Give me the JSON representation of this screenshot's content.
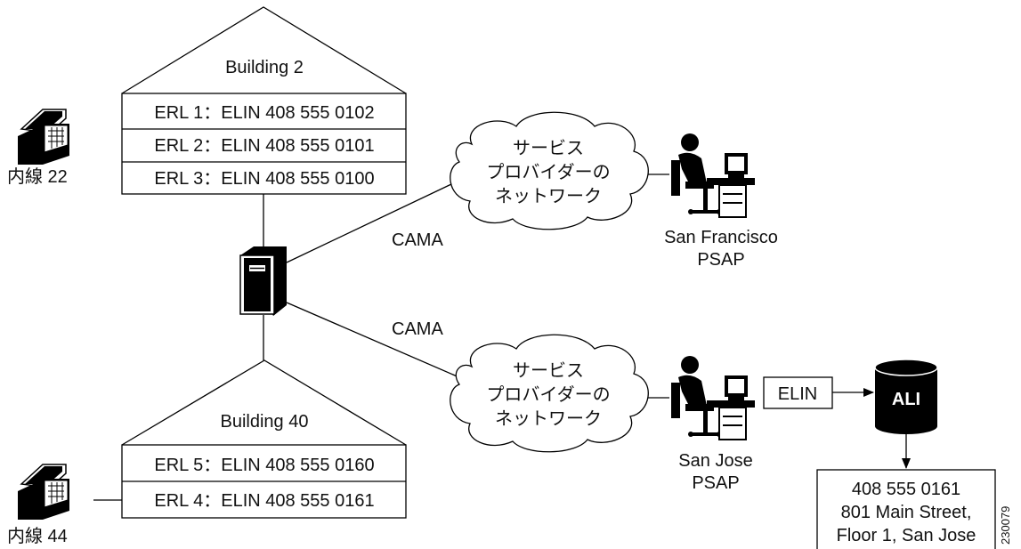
{
  "building_top": {
    "name": "Building 2",
    "erls": [
      "ERL 1：ELIN 408 555 0102",
      "ERL 2：ELIN 408 555 0101",
      "ERL 3：ELIN 408 555 0100"
    ]
  },
  "building_bottom": {
    "name": "Building 40",
    "erls": [
      "ERL 5：ELIN 408 555 0160",
      "ERL 4：ELIN 408 555 0161"
    ]
  },
  "phones": {
    "top": "内線 22",
    "bottom": "内線 44"
  },
  "links": {
    "top": "CAMA",
    "bottom": "CAMA"
  },
  "clouds": {
    "top": [
      "サービス",
      "プロバイダーの",
      "ネットワーク"
    ],
    "bottom": [
      "サービス",
      "プロバイダーの",
      "ネットワーク"
    ]
  },
  "psaps": {
    "top": [
      "San Francisco",
      "PSAP"
    ],
    "bottom": [
      "San Jose",
      "PSAP"
    ]
  },
  "elin_box": "ELIN",
  "ali_label": "ALI",
  "ali_record": [
    "408 555 0161",
    "801 Main Street,",
    "Floor 1, San Jose"
  ],
  "figure_id": "230079"
}
